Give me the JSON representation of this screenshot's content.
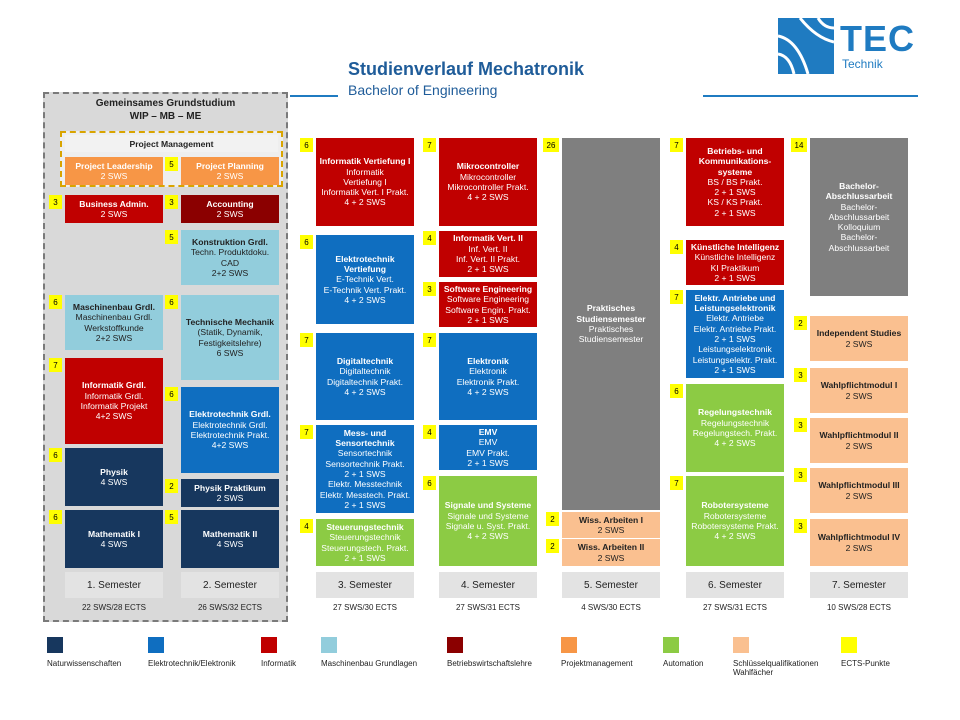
{
  "header": {
    "title": "Studienverlauf Mechatronik",
    "subtitle": "Bachelor of Engineering",
    "logo_big": "TEC",
    "logo_small": "Technik"
  },
  "colors": {
    "nat": "#17375e",
    "etech": "#0f6ec0",
    "inf": "#c00000",
    "mb": "#92cddc",
    "bwl": "#8b0000",
    "pm": "#f79646",
    "auto": "#8ccb44",
    "key": "#fac090",
    "gray": "#7f7f7f",
    "ects": "#ffff00"
  },
  "grund": {
    "title1": "Gemeinsames Grundstudium",
    "title2": "WIP – MB – ME",
    "pm_label": "Project Management"
  },
  "modules": {
    "pl": {
      "t": "Project Leadership",
      "l": [
        "2 SWS"
      ]
    },
    "pp": {
      "t": "Project Planning",
      "l": [
        "2 SWS"
      ]
    },
    "ba": {
      "t": "Business Admin.",
      "l": [
        "2 SWS"
      ]
    },
    "acc": {
      "t": "Accounting",
      "l": [
        "2 SWS"
      ]
    },
    "kon": {
      "t": "Konstruktion Grdl.",
      "l": [
        "Techn. Produktdoku.",
        "CAD",
        "2+2 SWS"
      ]
    },
    "mbg": {
      "t": "Maschinenbau Grdl.",
      "l": [
        "Maschinenbau Grdl.",
        "Werkstoffkunde",
        "2+2 SWS"
      ]
    },
    "tm": {
      "t": "Technische Mechanik",
      "l": [
        "(Statik, Dynamik,",
        "Festigkeitslehre)",
        "6 SWS"
      ]
    },
    "infg": {
      "t": "Informatik Grdl.",
      "l": [
        "Informatik Grdl.",
        "Informatik Projekt",
        "4+2 SWS"
      ]
    },
    "etg": {
      "t": "Elektrotechnik Grdl.",
      "l": [
        "Elektrotechnik Grdl.",
        "Elektrotechnik Prakt.",
        "4+2 SWS"
      ]
    },
    "phy": {
      "t": "Physik",
      "l": [
        "4 SWS"
      ]
    },
    "phyp": {
      "t": "Physik Praktikum",
      "l": [
        "2 SWS"
      ]
    },
    "m1": {
      "t": "Mathematik I",
      "l": [
        "4 SWS"
      ]
    },
    "m2": {
      "t": "Mathematik II",
      "l": [
        "4 SWS"
      ]
    },
    "infv": {
      "t": "Informatik Vertiefung I",
      "l": [
        "Informatik",
        "Vertiefung I",
        "Informatik Vert. I Prakt.",
        "4 + 2 SWS"
      ]
    },
    "etv": {
      "t": "Elektrotechnik Vertiefung",
      "l": [
        "E-Technik Vert.",
        "E-Technik Vert. Prakt.",
        "4 + 2 SWS"
      ]
    },
    "dig": {
      "t": "Digitaltechnik",
      "l": [
        "Digitaltechnik",
        "Digitaltechnik Prakt.",
        "4 + 2 SWS"
      ]
    },
    "mess": {
      "t": "Mess- und Sensortechnik",
      "l": [
        "Sensortechnik",
        "Sensortechnik Prakt.",
        "2 + 1 SWS",
        "Elektr. Messtechnik",
        "Elektr. Messtech. Prakt.",
        "2  + 1 SWS"
      ]
    },
    "steu": {
      "t": "Steuerungstechnik",
      "l": [
        "Steuerungstechnik",
        "Steuerungstech. Prakt.",
        "2 + 1 SWS"
      ]
    },
    "mc": {
      "t": "Mikrocontroller",
      "l": [
        "Mikrocontroller",
        "Mikrocontroller Prakt.",
        "4 + 2 SWS"
      ]
    },
    "inf2": {
      "t": "Informatik Vert. II",
      "l": [
        "Inf. Vert. II",
        "Inf. Vert. II Prakt.",
        "2 + 1 SWS"
      ]
    },
    "sw": {
      "t": "Software Engineering",
      "l": [
        "Software Engineering",
        "Software Engin. Prakt.",
        "2  + 1 SWS"
      ]
    },
    "elk": {
      "t": "Elektronik",
      "l": [
        "Elektronik",
        "Elektronik Prakt.",
        "4 + 2 SWS"
      ]
    },
    "emv": {
      "t": "EMV",
      "l": [
        "EMV",
        "EMV Prakt.",
        "2 + 1 SWS"
      ]
    },
    "sig": {
      "t": "Signale und Systeme",
      "l": [
        "Signale und Systeme",
        "Signale u. Syst. Prakt.",
        "4 + 2 SWS"
      ]
    },
    "prak": {
      "t": "Praktisches Studiensemester",
      "l": [
        "Praktisches",
        "Studiensemester"
      ]
    },
    "wa1": {
      "t": "Wiss. Arbeiten I",
      "l": [
        "2 SWS"
      ]
    },
    "wa2": {
      "t": "Wiss. Arbeiten II",
      "l": [
        "2 SWS"
      ]
    },
    "bks": {
      "t": "Betriebs- und Kommunikations-systeme",
      "l": [
        "BS / BS Prakt.",
        "2 + 1 SWS",
        "KS / KS Prakt.",
        "2 + 1 SWS"
      ]
    },
    "ki": {
      "t": "Künstliche Intelligenz",
      "l": [
        "Künstliche Intelligenz",
        "KI Praktikum",
        "2 + 1 SWS"
      ]
    },
    "ea": {
      "t": "Elektr. Antriebe und Leistungselektronik",
      "l": [
        "Elektr. Antriebe",
        "Elektr. Antriebe Prakt.",
        "2 + 1 SWS",
        "Leistungselektronik",
        "Leistungselektr. Prakt.",
        "2 + 1 SWS"
      ]
    },
    "reg": {
      "t": "Regelungstechnik",
      "l": [
        "Regelungstechnik",
        "Regelungstech. Prakt.",
        "4 + 2 SWS"
      ]
    },
    "rob": {
      "t": "Robotersysteme",
      "l": [
        "Robotersysteme",
        "Robotersysteme Prakt.",
        "4 + 2 SWS"
      ]
    },
    "bach": {
      "t": "Bachelor-Abschlussarbeit",
      "l": [
        "Bachelor-",
        "Abschlussarbeit",
        "Kolloquium",
        "Bachelor-",
        "Abschlussarbeit"
      ]
    },
    "ind": {
      "t": "Independent Studies",
      "l": [
        "2 SWS"
      ]
    },
    "wp1": {
      "t": "Wahlpflichtmodul I",
      "l": [
        "2 SWS"
      ]
    },
    "wp2": {
      "t": "Wahlpflichtmodul II",
      "l": [
        "2 SWS"
      ]
    },
    "wp3": {
      "t": "Wahlpflichtmodul III",
      "l": [
        "2 SWS"
      ]
    },
    "wp4": {
      "t": "Wahlpflichtmodul IV",
      "l": [
        "2 SWS"
      ]
    }
  },
  "ects": {
    "pp": "5",
    "ba": "3",
    "acc": "3",
    "kon": "5",
    "mbg": "6",
    "tm": "6",
    "infg": "7",
    "etg": "6",
    "phy": "6",
    "phyp": "2",
    "m1": "6",
    "m2": "5",
    "infv": "6",
    "etv": "6",
    "dig": "7",
    "mess": "7",
    "steu": "4",
    "mc": "7",
    "inf2": "4",
    "sw": "3",
    "elk": "7",
    "emv": "4",
    "sig": "6",
    "prak": "26",
    "wa1": "2",
    "wa2": "2",
    "bks": "7",
    "ki": "4",
    "ea": "7",
    "reg": "6",
    "rob": "7",
    "bach": "14",
    "ind": "2",
    "wp1": "3",
    "wp2": "3",
    "wp3": "3",
    "wp4": "3"
  },
  "semesters": [
    {
      "label": "1. Semester",
      "sum": "22 SWS/28 ECTS"
    },
    {
      "label": "2. Semester",
      "sum": "26 SWS/32 ECTS"
    },
    {
      "label": "3. Semester",
      "sum": "27 SWS/30 ECTS"
    },
    {
      "label": "4. Semester",
      "sum": "27 SWS/31 ECTS"
    },
    {
      "label": "5. Semester",
      "sum": "4 SWS/30 ECTS"
    },
    {
      "label": "6. Semester",
      "sum": "27 SWS/31 ECTS"
    },
    {
      "label": "7. Semester",
      "sum": "10 SWS/28 ECTS"
    }
  ],
  "legend": [
    {
      "label": "Naturwissenschaften",
      "color": "#17375e"
    },
    {
      "label": "Elektrotechnik/Elektronik",
      "color": "#0f6ec0"
    },
    {
      "label": "Informatik",
      "color": "#c00000"
    },
    {
      "label": "Maschinenbau Grundlagen",
      "color": "#92cddc"
    },
    {
      "label": "Betriebswirtschaftslehre",
      "color": "#8b0000"
    },
    {
      "label": "Projektmanagement",
      "color": "#f79646"
    },
    {
      "label": "Automation",
      "color": "#8ccb44"
    },
    {
      "label": "Schlüsselqualifikationen Wahlfächer",
      "color": "#fac090"
    },
    {
      "label": "ECTS-Punkte",
      "color": "#ffff00"
    }
  ]
}
